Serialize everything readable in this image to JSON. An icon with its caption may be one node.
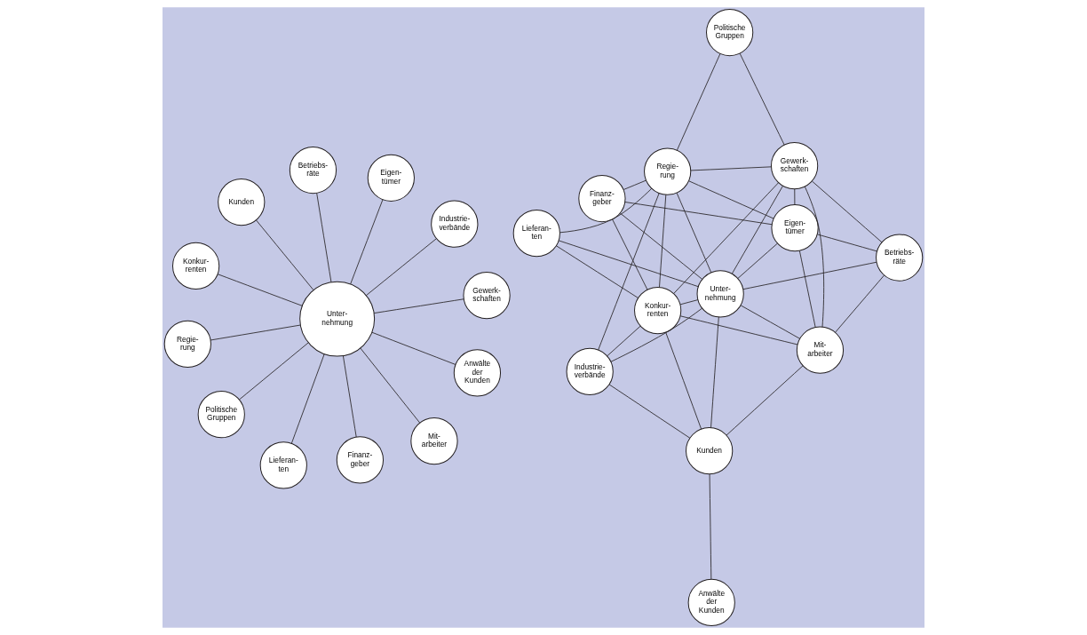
{
  "diagram": {
    "nodes": [
      {
        "text": [
          "Eigen- tümer"
        ]
      },
      {
        "text": [
          "Politische Gruppen"
        ]
      },
      {
        "text": [
          "Finanz- geber"
        ]
      },
      {
        "text": [
          "Regie- rung"
        ]
      },
      {
        "text": [
          "Betriebs- räte"
        ]
      },
      {
        "text": [
          "Lieferan- ten"
        ]
      },
      {
        "text": [
          "Unter- nehmung"
        ]
      },
      {
        "text": [
          "Kunden"
        ]
      },
      {
        "text": [
          "Konkur- renten"
        ]
      },
      {
        "text": [
          "Anwälte der Kunden"
        ]
      },
      {
        "text": [
          "Gewerk- schaften"
        ]
      },
      {
        "text": [
          "Industrie- verbände"
        ]
      },
      {
        "text": [
          "Mit- arbeiter"
        ]
      },
      {
        "text": [
          "Politische Gruppen"
        ]
      },
      {
        "text": [
          "Finanz- geber"
        ]
      },
      {
        "text": [
          "Eigen- tümer"
        ]
      },
      {
        "text": [
          "Betriebs- räte"
        ]
      },
      {
        "text": [
          "Regie- rung"
        ]
      },
      {
        "text": [
          "Unter- nehmung"
        ]
      },
      {
        "text": [
          "Gewerk- schaften"
        ]
      },
      {
        "text": [
          "Lieferan- ten"
        ]
      },
      {
        "text": [
          "Industrie- verbände"
        ]
      },
      {
        "text": [
          "Konkur- renten"
        ]
      },
      {
        "text": [
          "Mit- arbeiter"
        ]
      },
      {
        "text": [
          "Kunden"
        ]
      },
      {
        "text": [
          "Anwälte der Kunden"
        ]
      }
    ],
    "edges": [
      {
        "from": 6,
        "to": 0,
        "arrow": "none"
      },
      {
        "from": 6,
        "to": 2,
        "arrow": "none"
      },
      {
        "from": 6,
        "to": 4,
        "arrow": "none"
      },
      {
        "from": 6,
        "to": 7,
        "arrow": "none"
      },
      {
        "from": 6,
        "to": 9,
        "arrow": "none"
      },
      {
        "from": 6,
        "to": 10,
        "arrow": "none"
      },
      {
        "from": 6,
        "to": 12,
        "arrow": "none"
      },
      {
        "from": 6,
        "to": 11,
        "arrow": "none"
      },
      {
        "from": 6,
        "to": 8,
        "arrow": "none"
      },
      {
        "from": 6,
        "to": 5,
        "arrow": "none"
      },
      {
        "from": 6,
        "to": 3,
        "arrow": "none"
      },
      {
        "from": 6,
        "to": 1,
        "arrow": "none"
      },
      {
        "from": 14,
        "to": 15,
        "arrow": "none"
      },
      {
        "from": 15,
        "to": 16,
        "arrow": "none"
      },
      {
        "from": 13,
        "to": 17,
        "arrow": "none"
      },
      {
        "from": 13,
        "to": 19,
        "arrow": "none"
      },
      {
        "from": 14,
        "to": 17,
        "arrow": "none"
      },
      {
        "from": 14,
        "to": 22,
        "arrow": "none"
      },
      {
        "from": 14,
        "to": 18,
        "arrow": "none"
      },
      {
        "from": 15,
        "to": 17,
        "arrow": "none"
      },
      {
        "from": 15,
        "to": 18,
        "arrow": "none"
      },
      {
        "from": 15,
        "to": 19,
        "arrow": "none"
      },
      {
        "from": 15,
        "to": 23,
        "arrow": "none"
      },
      {
        "from": 17,
        "to": 19,
        "arrow": "none"
      },
      {
        "from": 16,
        "to": 18,
        "arrow": "none"
      },
      {
        "from": 16,
        "to": 19,
        "arrow": "none"
      },
      {
        "from": 16,
        "to": 23,
        "arrow": "none"
      },
      {
        "from": 17,
        "to": 18,
        "arrow": "none"
      },
      {
        "from": 18,
        "to": 19,
        "arrow": "none"
      },
      {
        "from": 17,
        "to": 20,
        "arrow": "none"
      },
      {
        "from": 17,
        "to": 22,
        "arrow": "none"
      },
      {
        "from": 17,
        "to": 21,
        "arrow": "none"
      },
      {
        "from": 20,
        "to": 18,
        "arrow": "none"
      },
      {
        "from": 18,
        "to": 22,
        "arrow": "none"
      },
      {
        "from": 19,
        "to": 22,
        "arrow": "none"
      },
      {
        "from": 18,
        "to": 21,
        "arrow": "none"
      },
      {
        "from": 18,
        "to": 23,
        "arrow": "none"
      },
      {
        "from": 19,
        "to": 23,
        "arrow": "none"
      },
      {
        "from": 18,
        "to": 24,
        "arrow": "none"
      },
      {
        "from": 20,
        "to": 22,
        "arrow": "none"
      },
      {
        "from": 22,
        "to": 21,
        "arrow": "none"
      },
      {
        "from": 23,
        "to": 22,
        "arrow": "none"
      },
      {
        "from": 21,
        "to": 24,
        "arrow": "none"
      },
      {
        "from": 22,
        "to": 24,
        "arrow": "none"
      },
      {
        "from": 23,
        "to": 24,
        "arrow": "none"
      },
      {
        "from": 24,
        "to": 25,
        "arrow": "none"
      }
    ]
  }
}
